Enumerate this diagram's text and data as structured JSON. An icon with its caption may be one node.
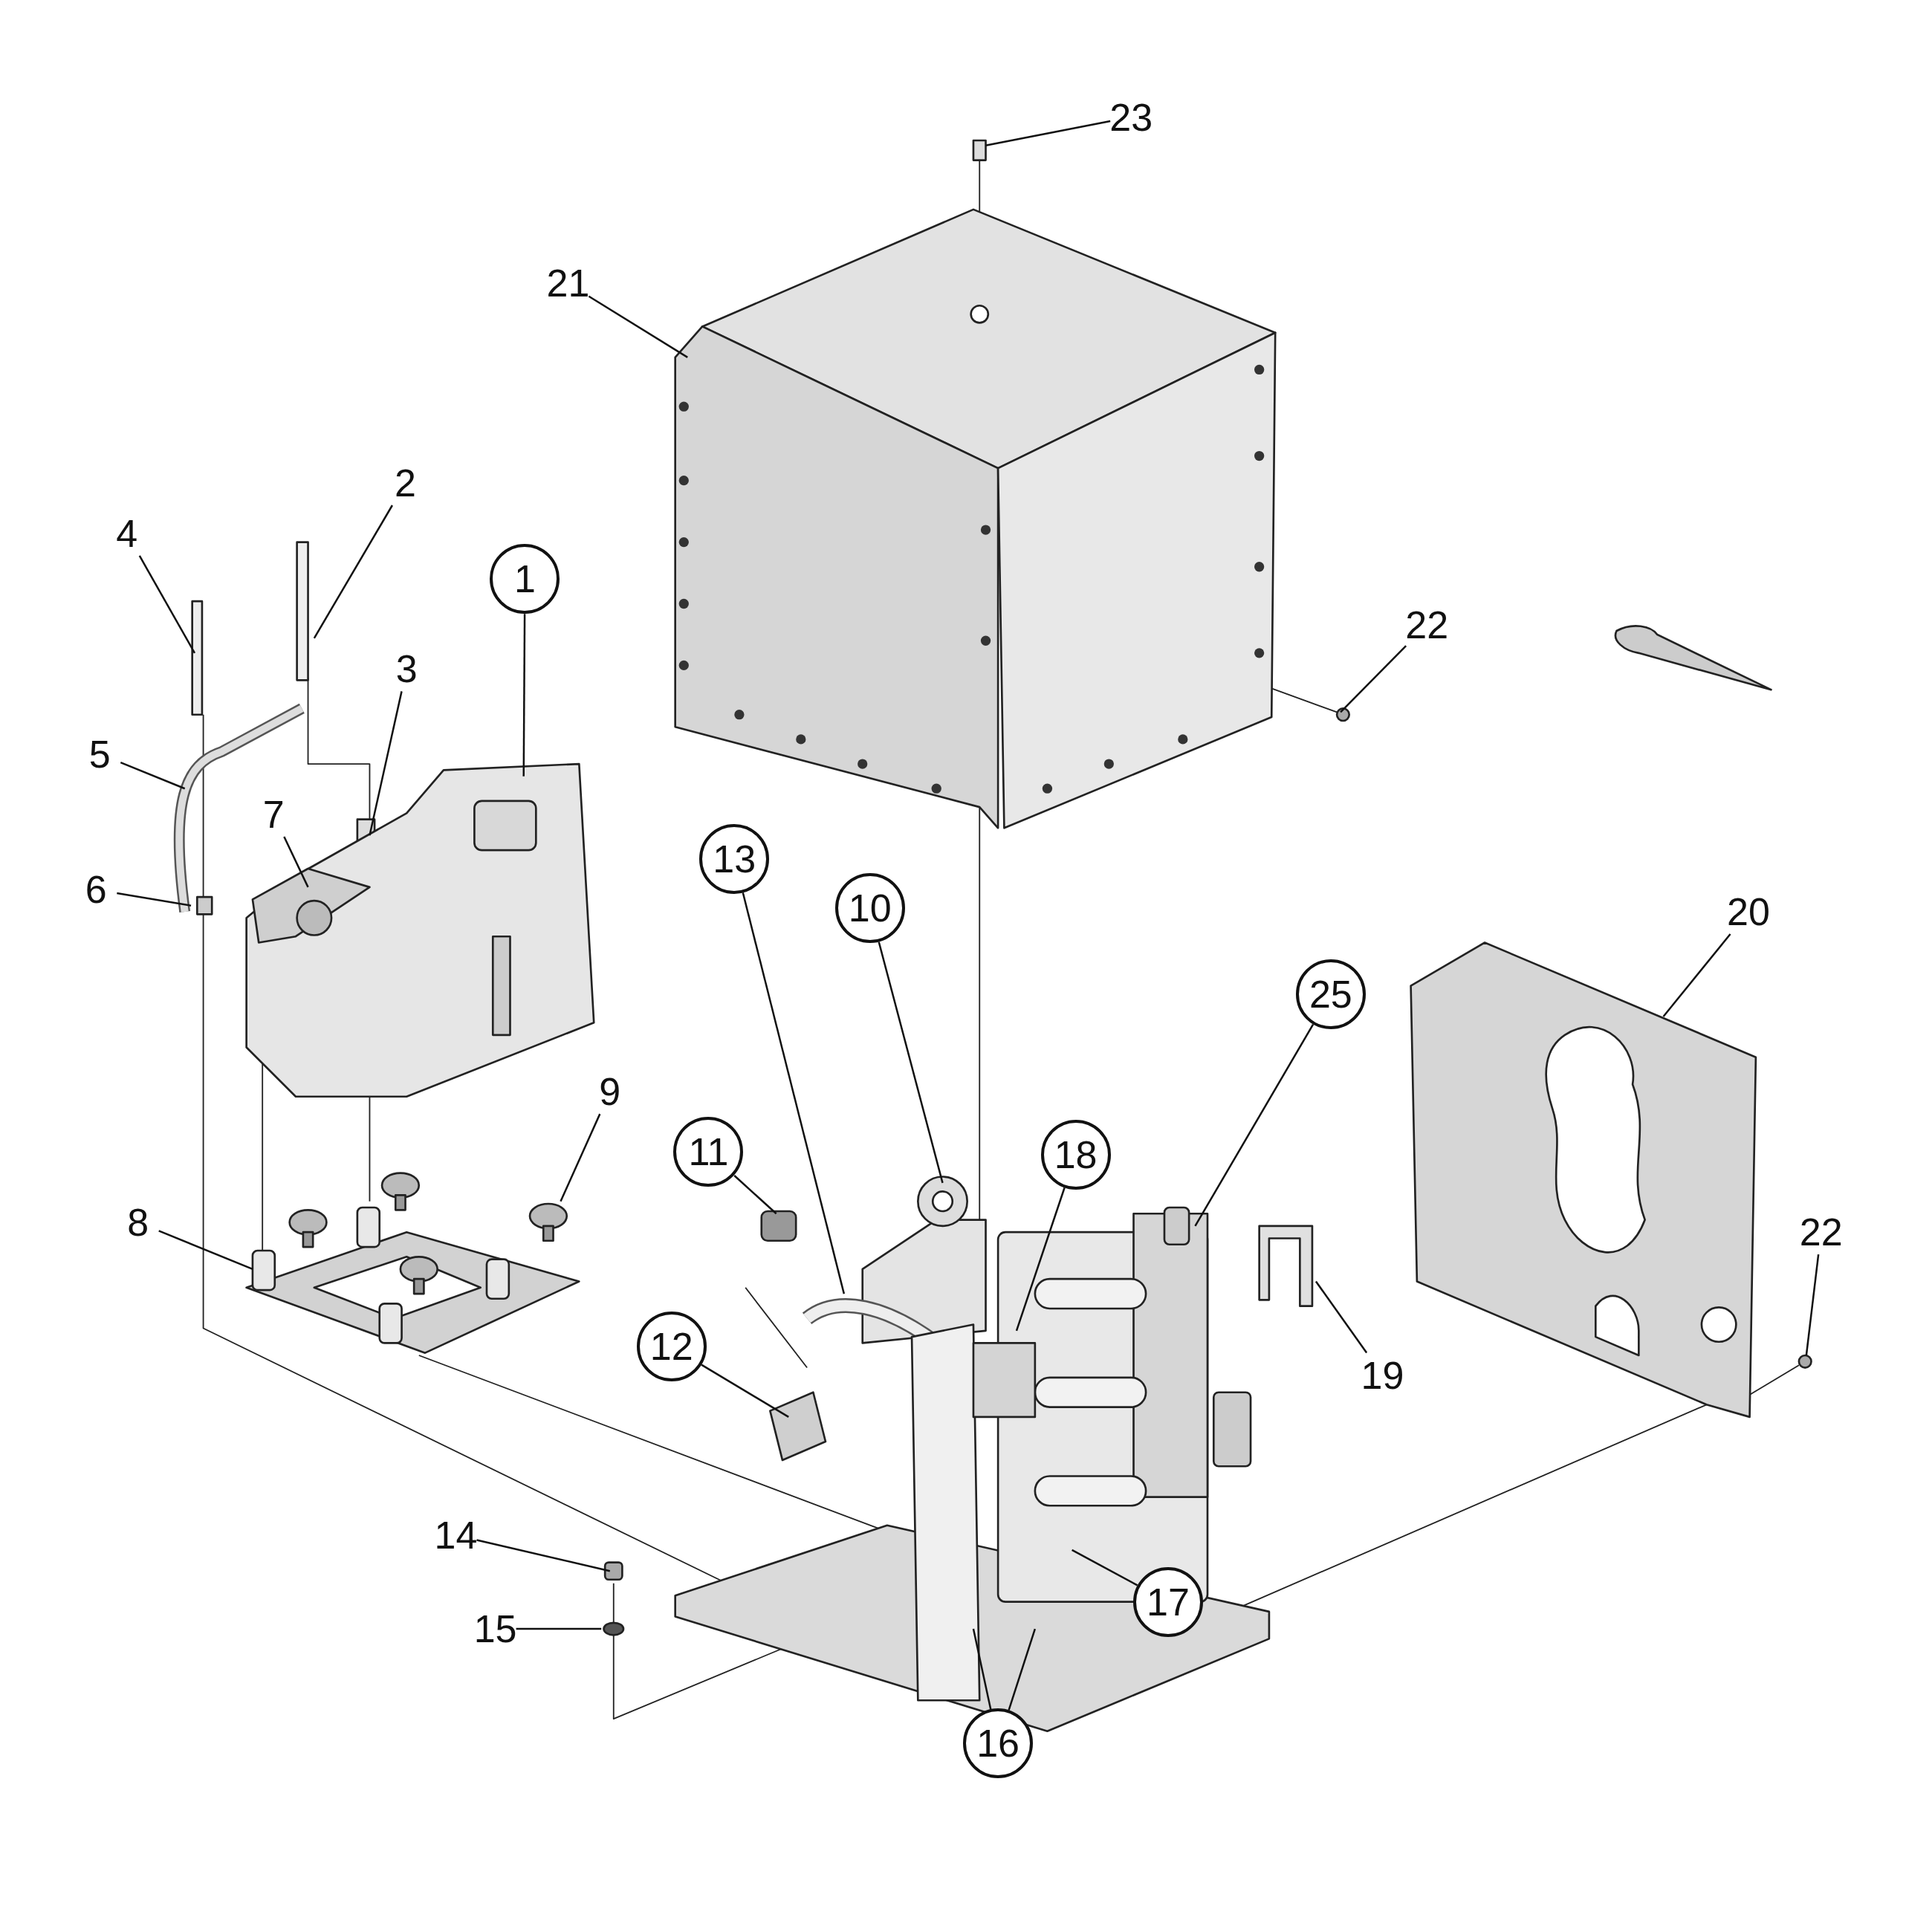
{
  "diagram": {
    "nodes": [
      {
        "text": [
          "23"
        ]
      },
      {
        "text": [
          "21"
        ]
      },
      {
        "text": [
          "2"
        ]
      },
      {
        "text": [
          "4"
        ]
      },
      {
        "text": [
          "1"
        ]
      },
      {
        "text": [
          "3"
        ]
      },
      {
        "text": [
          "22"
        ]
      },
      {
        "text": [
          "5"
        ]
      },
      {
        "text": [
          "13"
        ]
      },
      {
        "text": [
          "7"
        ]
      },
      {
        "text": [
          "6"
        ]
      },
      {
        "text": [
          "10"
        ]
      },
      {
        "text": [
          "20"
        ]
      },
      {
        "text": [
          "25"
        ]
      },
      {
        "text": [
          "9"
        ]
      },
      {
        "text": [
          "11"
        ]
      },
      {
        "text": [
          "18"
        ]
      },
      {
        "text": [
          "8"
        ]
      },
      {
        "text": [
          "22"
        ]
      },
      {
        "text": [
          "12"
        ]
      },
      {
        "text": [
          "19"
        ]
      },
      {
        "text": [
          "14"
        ]
      },
      {
        "text": [
          "17"
        ]
      },
      {
        "text": [
          "15"
        ]
      },
      {
        "text": [
          "16"
        ]
      }
    ],
    "edges": [
      {
        "from": 0,
        "to": null,
        "arrow": "none"
      },
      {
        "from": 1,
        "to": null,
        "arrow": "none"
      },
      {
        "from": 2,
        "to": null,
        "arrow": "none"
      },
      {
        "from": 3,
        "to": null,
        "arrow": "none"
      },
      {
        "from": 4,
        "to": null,
        "arrow": "none"
      },
      {
        "from": 5,
        "to": null,
        "arrow": "none"
      },
      {
        "from": 6,
        "to": null,
        "arrow": "none"
      },
      {
        "from": 7,
        "to": null,
        "arrow": "none"
      },
      {
        "from": 8,
        "to": null,
        "arrow": "none"
      },
      {
        "from": 9,
        "to": null,
        "arrow": "none"
      },
      {
        "from": 10,
        "to": null,
        "arrow": "none"
      },
      {
        "from": 11,
        "to": null,
        "arrow": "none"
      },
      {
        "from": 12,
        "to": null,
        "arrow": "none"
      },
      {
        "from": 13,
        "to": null,
        "arrow": "none"
      },
      {
        "from": 14,
        "to": null,
        "arrow": "none"
      },
      {
        "from": 15,
        "to": null,
        "arrow": "none"
      },
      {
        "from": 16,
        "to": null,
        "arrow": "none"
      },
      {
        "from": 17,
        "to": null,
        "arrow": "none"
      },
      {
        "from": 18,
        "to": null,
        "arrow": "none"
      },
      {
        "from": 19,
        "to": null,
        "arrow": "none"
      },
      {
        "from": 20,
        "to": null,
        "arrow": "none"
      },
      {
        "from": 21,
        "to": null,
        "arrow": "none"
      },
      {
        "from": 22,
        "to": null,
        "arrow": "none"
      },
      {
        "from": 23,
        "to": null,
        "arrow": "none"
      },
      {
        "from": 24,
        "to": null,
        "arrow": "none"
      },
      {
        "from": 24,
        "to": null,
        "arrow": "none"
      }
    ]
  }
}
